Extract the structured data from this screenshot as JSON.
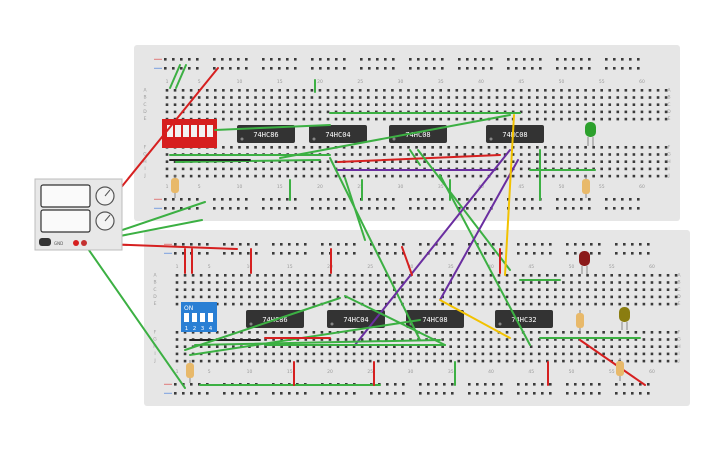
{
  "boards": [
    {
      "id": "top",
      "column_numbers": [
        "1",
        "5",
        "10",
        "15",
        "20",
        "25",
        "30",
        "35",
        "40",
        "45",
        "50",
        "55",
        "60"
      ],
      "row_letters_top": [
        "A",
        "B",
        "C",
        "D",
        "E"
      ],
      "row_letters_bottom": [
        "F",
        "G",
        "H",
        "I",
        "J"
      ],
      "chips": [
        "74HC86",
        "74HC04",
        "74HC08",
        "74HC08"
      ]
    },
    {
      "id": "bottom",
      "column_numbers": [
        "1",
        "5",
        "10",
        "15",
        "20",
        "25",
        "30",
        "35",
        "40",
        "45",
        "50",
        "55",
        "60"
      ],
      "row_letters_top": [
        "A",
        "B",
        "C",
        "D",
        "E"
      ],
      "row_letters_bottom": [
        "F",
        "G",
        "H",
        "I",
        "J"
      ],
      "chips": [
        "74HC86",
        "74HC04",
        "74HC08",
        "74HC32"
      ],
      "dip_switch": {
        "label": "ON",
        "positions": [
          "1",
          "2",
          "3",
          "4"
        ]
      }
    }
  ],
  "power_supply": {
    "label": "GND",
    "knob_count": 2
  },
  "colors": {
    "breadboard": "#e6e6e6",
    "wire_green": "#3cb043",
    "wire_red": "#d62020",
    "wire_purple": "#6a2ea0",
    "wire_yellow": "#f2c200",
    "wire_black": "#222222",
    "dip_red": "#d61e1e",
    "dip_blue": "#2a7fd4",
    "led_green": "#2ca02c",
    "led_red": "#8b1a1a",
    "led_olive": "#8a7d10"
  }
}
